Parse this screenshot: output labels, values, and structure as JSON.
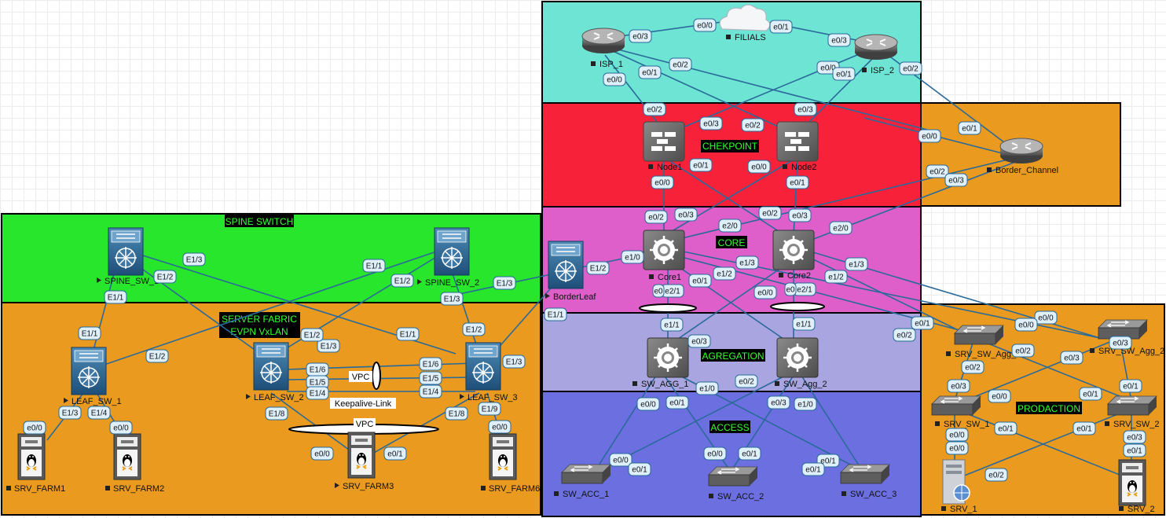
{
  "zones": {
    "isp": {
      "color": "#6ee4d4",
      "label": ""
    },
    "checkpoint": {
      "color": "#f7213a",
      "label": "CHEKPOINT"
    },
    "core": {
      "color": "#de5fca",
      "label": "CORE"
    },
    "aggregation": {
      "color": "#a9a5e0",
      "label": "AGREGATION"
    },
    "access": {
      "color": "#6b6fe0",
      "label": "ACCESS"
    },
    "border": {
      "color": "#e99a1f",
      "label": ""
    },
    "prodaction": {
      "color": "#e99a1f",
      "label": "PRODACTION"
    },
    "spine": {
      "color": "#28e62b",
      "label": "SPINE SWITCH"
    },
    "fabric": {
      "color": "#e99a1f",
      "label_line1": "SERVER FABRIC",
      "label_line2": "EVPN VxLAN"
    }
  },
  "label_colors": {
    "zone_text": "#33ff33",
    "zone_bg": "#000000",
    "link": "#2a6a9a",
    "port_fill": "#dff0fb",
    "port_stroke": "#2a6a9a"
  },
  "nodes": {
    "isp1": {
      "label": "ISP_1",
      "kind": "router",
      "running": true
    },
    "isp2": {
      "label": "ISP_2",
      "kind": "router",
      "running": true
    },
    "filials": {
      "label": "FILIALS",
      "kind": "cloud",
      "running": true
    },
    "node1": {
      "label": "Node1",
      "kind": "firewall",
      "running": true
    },
    "node2": {
      "label": "Node2",
      "kind": "firewall",
      "running": true
    },
    "border_channel": {
      "label": "Border_Channel",
      "kind": "router",
      "running": true
    },
    "core1": {
      "label": "Core1",
      "kind": "l3switch",
      "running": true
    },
    "core2": {
      "label": "Core2",
      "kind": "l3switch",
      "running": true
    },
    "borderleaf": {
      "label": "BorderLeaf",
      "kind": "nexus",
      "running": false
    },
    "spine1": {
      "label": "SPINE_SW_1",
      "kind": "nexus",
      "running": false
    },
    "spine2": {
      "label": "SPINE_SW_2",
      "kind": "nexus",
      "running": false
    },
    "leaf1": {
      "label": "LEAF_SW_1",
      "kind": "nexus",
      "running": false
    },
    "leaf2": {
      "label": "LEAF_SW_2",
      "kind": "nexus",
      "running": false
    },
    "leaf3": {
      "label": "LEAF_SW_3",
      "kind": "nexus",
      "running": false
    },
    "sw_agg_1": {
      "label": "SW_AGG_1",
      "kind": "l3switch",
      "running": true
    },
    "sw_agg_2": {
      "label": "SW_Agg_2",
      "kind": "l3switch",
      "running": true
    },
    "sw_acc_1": {
      "label": "SW_ACC_1",
      "kind": "switch",
      "running": true
    },
    "sw_acc_2": {
      "label": "SW_ACC_2",
      "kind": "switch",
      "running": true
    },
    "sw_acc_3": {
      "label": "SW_ACC_3",
      "kind": "switch",
      "running": true
    },
    "srv_sw_agg_1": {
      "label": "SRV_SW_Agg_1",
      "kind": "switch",
      "running": true
    },
    "srv_sw_agg_2": {
      "label": "SRV_SW_Agg_2",
      "kind": "switch",
      "running": true
    },
    "srv_sw_1": {
      "label": "SRV_SW_1",
      "kind": "switch",
      "running": true
    },
    "srv_sw_2": {
      "label": "SRV_SW_2",
      "kind": "switch",
      "running": true
    },
    "srv_1": {
      "label": "SRV_1",
      "kind": "server",
      "running": true
    },
    "srv_2": {
      "label": "SRV_2",
      "kind": "linux",
      "running": true
    },
    "srv_farm1": {
      "label": "SRV_FARM1",
      "kind": "linux",
      "running": true
    },
    "srv_farm2": {
      "label": "SRV_FARM2",
      "kind": "linux",
      "running": true
    },
    "srv_farm3": {
      "label": "SRV_FARM3",
      "kind": "linux",
      "running": false
    },
    "srv_farm6": {
      "label": "SRV_FARM6",
      "kind": "linux",
      "running": true
    }
  },
  "ports": {
    "p1": "e0/3",
    "p2": "e0/0",
    "p3": "e0/1",
    "p4": "e0/3",
    "p5": "e0/2",
    "p6": "e0/1",
    "p7": "e0/0",
    "p8": "e0/0",
    "p9": "e0/1",
    "p10": "e0/2",
    "p11": "e0/2",
    "p12": "e0/3",
    "p13": "e0/2",
    "p14": "e0/3",
    "p15": "e0/1",
    "p16": "e0/0",
    "p17": "e0/1",
    "p18": "e0/0",
    "p19": "e0/0",
    "p20": "e0/1",
    "p21": "e0/2",
    "p22": "e0/3",
    "p23": "e0/2",
    "p24": "e0/3",
    "p25": "e0/2",
    "p26": "e0/3",
    "p27": "e2/0",
    "p28": "e2/0",
    "p29": "E1/2",
    "p30": "e1/0",
    "p31": "e1/3",
    "p32": "e1/3",
    "p33": "e1/2",
    "p34": "e1/2",
    "p35": "e0/1",
    "p36": "e0/0",
    "p37": "e2/1",
    "p38": "e2/1",
    "p39": "e1/1",
    "p40": "e1/1",
    "p41": "e0",
    "p42": "e0",
    "p43": "E1/3",
    "p44": "E1/1",
    "p45": "E1/2",
    "p46": "E1/1",
    "p47": "E1/2",
    "p48": "E1/3",
    "p49": "E1/2",
    "p50": "E1/3",
    "p51": "E1/1",
    "p52": "E1/1",
    "p53": "E1/2",
    "p54": "E1/3",
    "p55": "E1/2",
    "p56": "E1/1",
    "p57": "E1/3",
    "p58": "E1/6",
    "p59": "E1/5",
    "p60": "E1/4",
    "p61": "E1/6",
    "p62": "E1/5",
    "p63": "E1/4",
    "p64": "E1/8",
    "p65": "E1/8",
    "p66": "E1/9",
    "p67": "E1/3",
    "p68": "E1/4",
    "p69": "e0/0",
    "p70": "e0/0",
    "p71": "e0/0",
    "p72": "e0/1",
    "p73": "e0/0",
    "p74": "e0/3",
    "p75": "e0/2",
    "p76": "e1/0",
    "p77": "e0/0",
    "p78": "e0/1",
    "p79": "e0/3",
    "p80": "e1/0",
    "p81": "e0/0",
    "p82": "e0/1",
    "p83": "e0/1",
    "p84": "e0/0",
    "p85": "e0/1",
    "p86": "e0/1",
    "p87": "e0/0",
    "p88": "e0/0",
    "p89": "e0/1",
    "p90": "e0/2",
    "p91": "e0/3",
    "p92": "e0/2",
    "p93": "e0/3",
    "p94": "e0/2",
    "p95": "e0/3",
    "p96": "e0/1",
    "p97": "e0/0",
    "p98": "e0/1",
    "p99": "e0/0",
    "p100": "e0/1",
    "p101": "e0/1",
    "p102": "e0/0",
    "p103": "e0/3",
    "p104": "e0/1",
    "p105": "e0/2"
  },
  "annotations": {
    "vpc_top": "VPC",
    "keepalive": "Keepalive-Link",
    "vpc_bottom": "VPC"
  }
}
